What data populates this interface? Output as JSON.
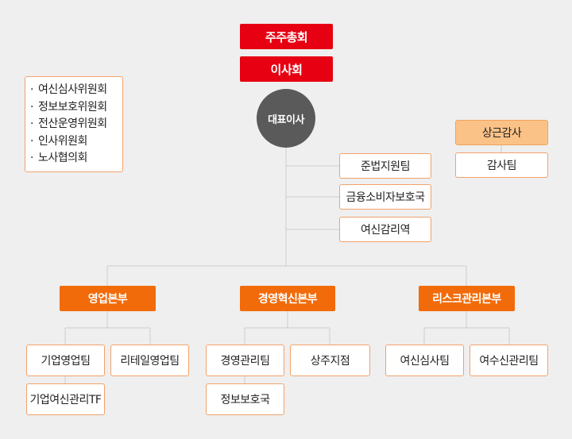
{
  "top": {
    "shareholders": "주주총회",
    "board": "이사회",
    "ceo": "대표이사"
  },
  "committees": [
    "여신심사위원회",
    "정보보호위원회",
    "전산운영위원회",
    "인사위원회",
    "노사협의회"
  ],
  "committee_bullet": "·",
  "audit": {
    "head": "상근감사",
    "team": "감사팀"
  },
  "ceo_direct": [
    "준법지원팀",
    "금융소비자보호국",
    "여신감리역"
  ],
  "divisions": [
    {
      "name": "영업본부",
      "teams": [
        "기업영업팀",
        "리테일영업팀",
        "기업여신관리TF"
      ]
    },
    {
      "name": "경영혁신본부",
      "teams": [
        "경영관리팀",
        "상주지점",
        "정보보호국"
      ]
    },
    {
      "name": "리스크관리본부",
      "teams": [
        "여신심사팀",
        "여수신관리팀"
      ]
    }
  ],
  "colors": {
    "red": "#e60012",
    "orange": "#f26b0a",
    "ceo_circle": "#5a5a5a",
    "line": "#cccccc"
  }
}
